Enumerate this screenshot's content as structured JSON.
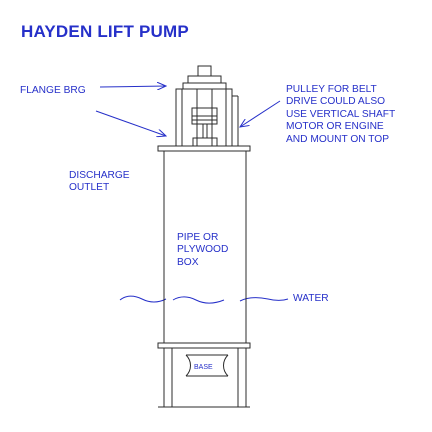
{
  "title": "HAYDEN LIFT PUMP",
  "labels": {
    "flange_brg": "FLANGE BRG",
    "pulley_note": [
      "PULLEY FOR BELT",
      "DRIVE COULD ALSO",
      "USE VERTICAL SHAFT",
      "MOTOR OR ENGINE",
      "AND MOUNT ON TOP"
    ],
    "discharge_outlet": [
      "DISCHARGE",
      "OUTLET"
    ],
    "pipe_box": [
      "PIPE OR",
      "PLYWOOD",
      "BOX"
    ],
    "water": "WATER",
    "base": "BASE"
  },
  "colors": {
    "text": "#2630c9",
    "drawing": "#2b2b2b"
  }
}
